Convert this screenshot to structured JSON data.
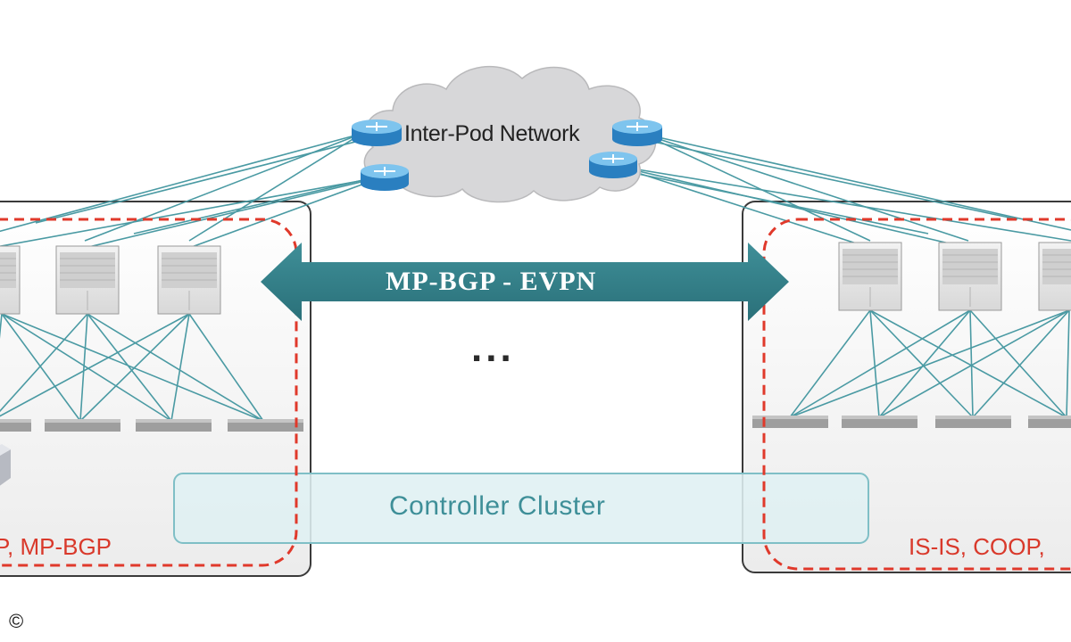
{
  "cloud": {
    "label": "Inter-Pod Network"
  },
  "overlay": {
    "label": "MP-BGP - EVPN"
  },
  "more_pods": {
    "label": "..."
  },
  "controller": {
    "label": "Controller Cluster"
  },
  "pod_left": {
    "protocols": "P, MP-BGP"
  },
  "pod_right": {
    "protocols": "IS-IS, COOP,"
  },
  "footer": {
    "copyright_symbol": "©"
  },
  "colors": {
    "link": "#4a9aa3",
    "arrow": "#2f7d86",
    "dashed_boundary": "#e0392b",
    "cloud": "#d7d7d9",
    "pod_border": "#3a3a3a",
    "controller_fill": "#dff0f2"
  },
  "icons": [
    "router-icon",
    "spine-switch-icon",
    "leaf-switch-icon",
    "server-cube-icon",
    "cloud-icon"
  ]
}
